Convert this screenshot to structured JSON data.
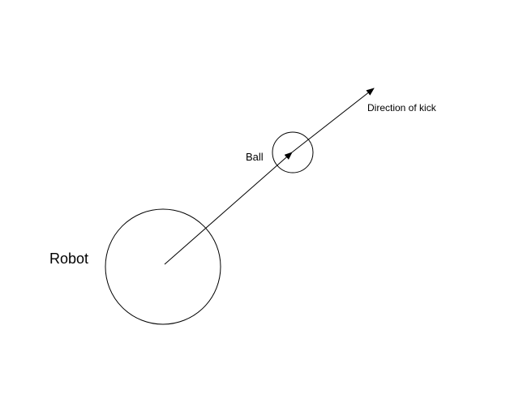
{
  "labels": {
    "robot": "Robot",
    "ball": "Ball",
    "kick": "Direction of kick"
  },
  "colors": {
    "stroke": "#000000",
    "background": "#ffffff"
  }
}
